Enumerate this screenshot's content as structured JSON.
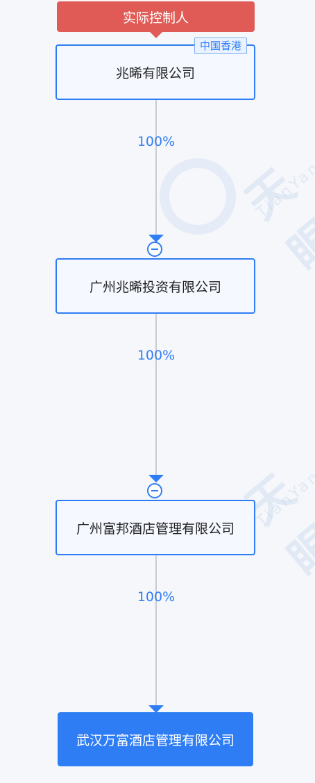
{
  "controller_label": "实际控制人",
  "nodes": [
    {
      "name": "兆晞有限公司",
      "region": "中国香港"
    },
    {
      "name": "广州兆晞投资有限公司"
    },
    {
      "name": "广州富邦酒店管理有限公司"
    },
    {
      "name": "武汉万富酒店管理有限公司"
    }
  ],
  "edges": [
    {
      "percent": "100%"
    },
    {
      "percent": "100%"
    },
    {
      "percent": "100%"
    }
  ],
  "watermark": {
    "text": "天眼",
    "sub": "TianYan"
  },
  "colors": {
    "accent": "#2f7df5",
    "controller": "#e05b55",
    "line": "#c9ccd4"
  }
}
